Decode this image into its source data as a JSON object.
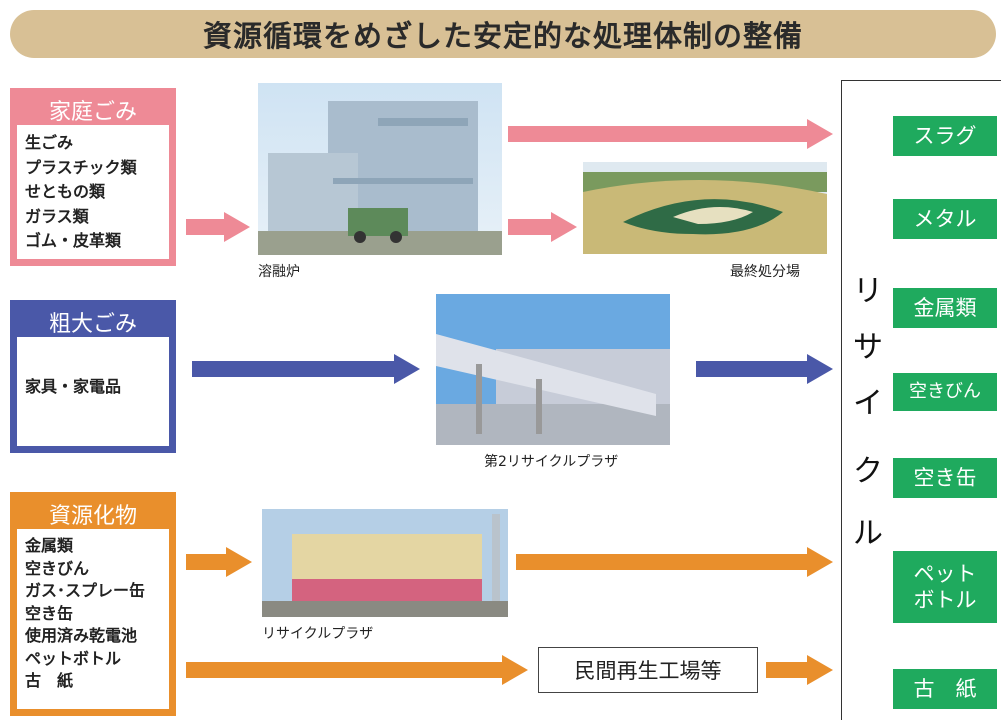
{
  "title": "資源循環をめざした安定的な処理体制の整備",
  "colors": {
    "household": "#ee8a96",
    "oversized": "#4a58a8",
    "resources": "#e98f2c",
    "recycle_tag": "#1faa5e",
    "banner": "#d8c095"
  },
  "categories": [
    {
      "label": "家庭ごみ",
      "items": [
        "生ごみ",
        "プラスチック類",
        "せともの類",
        "ガラス類",
        "ゴム・皮革類"
      ]
    },
    {
      "label": "粗大ごみ",
      "items": [
        "家具・家電品"
      ]
    },
    {
      "label": "資源化物",
      "items": [
        "金属類",
        "空きびん",
        "ガス･スプレー缶",
        "空き缶",
        "使用済み乾電池",
        "ペットボトル",
        "古　紙"
      ]
    }
  ],
  "facilities": {
    "melting_furnace": "溶融炉",
    "landfill": "最終処分場",
    "recycle_plaza_2": "第2リサイクルプラザ",
    "recycle_plaza": "リサイクルプラザ",
    "private_plant": "民間再生工場等"
  },
  "recycle_vertical": [
    "リ",
    "サ",
    "イ",
    "ク",
    "ル"
  ],
  "outputs": [
    "スラグ",
    "メタル",
    "金属類",
    "空きびん",
    "空き缶",
    "ペット\nボトル",
    "古　紙"
  ]
}
